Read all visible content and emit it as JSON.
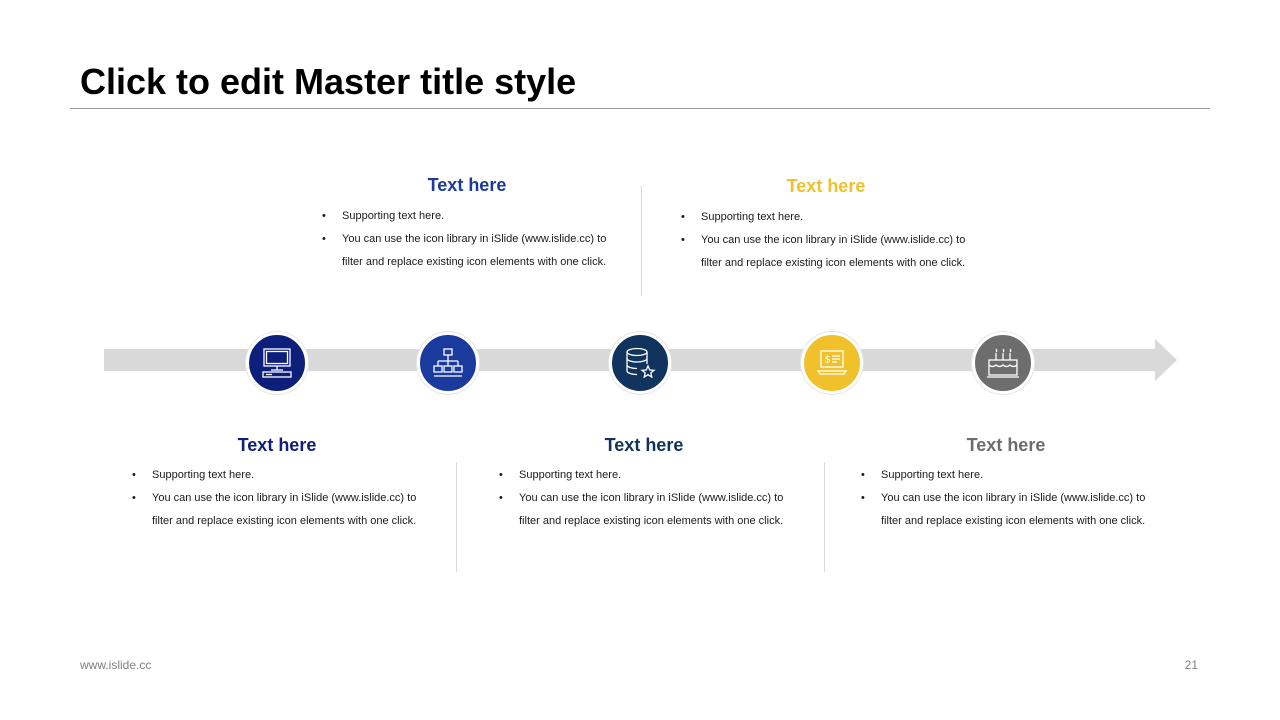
{
  "title": "Click to edit Master title style",
  "colors": {
    "navy": "#0d1f7a",
    "blue": "#1b3a9e",
    "teal_navy": "#11345e",
    "gold": "#f0c12b",
    "gray": "#6d6d6d",
    "arrow": "#d9d9d9"
  },
  "nodes": [
    {
      "icon": "computer-icon",
      "color": "#0d1f7a"
    },
    {
      "icon": "org-chart-icon",
      "color": "#1b3a9e"
    },
    {
      "icon": "database-star-icon",
      "color": "#11345e"
    },
    {
      "icon": "laptop-dollar-icon",
      "color": "#f0c12b"
    },
    {
      "icon": "cake-icon",
      "color": "#6d6d6d"
    }
  ],
  "top_blocks": [
    {
      "heading": "Text here",
      "color": "#1b3a9e",
      "bullets": [
        "Supporting text here.",
        "You can use the icon library in iSlide (www.islide.cc) to filter and replace existing icon elements with one click."
      ]
    },
    {
      "heading": "Text here",
      "color": "#f0c12b",
      "bullets": [
        "Supporting text here.",
        "You can use the icon library in iSlide (www.islide.cc) to filter and replace existing icon elements with one click."
      ]
    }
  ],
  "bottom_blocks": [
    {
      "heading": "Text here",
      "color": "#0d1f7a",
      "bullets": [
        "Supporting text here.",
        "You can use the icon library in iSlide (www.islide.cc) to filter and replace existing icon elements with one click."
      ]
    },
    {
      "heading": "Text here",
      "color": "#11345e",
      "bullets": [
        "Supporting text here.",
        "You can use the icon library in iSlide (www.islide.cc) to filter and replace existing icon elements with one click."
      ]
    },
    {
      "heading": "Text here",
      "color": "#6d6d6d",
      "bullets": [
        "Supporting text here.",
        "You can use the icon library in iSlide (www.islide.cc) to filter and replace existing icon elements with one click."
      ]
    }
  ],
  "footer": {
    "website": "www.islide.cc",
    "page_number": "21"
  }
}
